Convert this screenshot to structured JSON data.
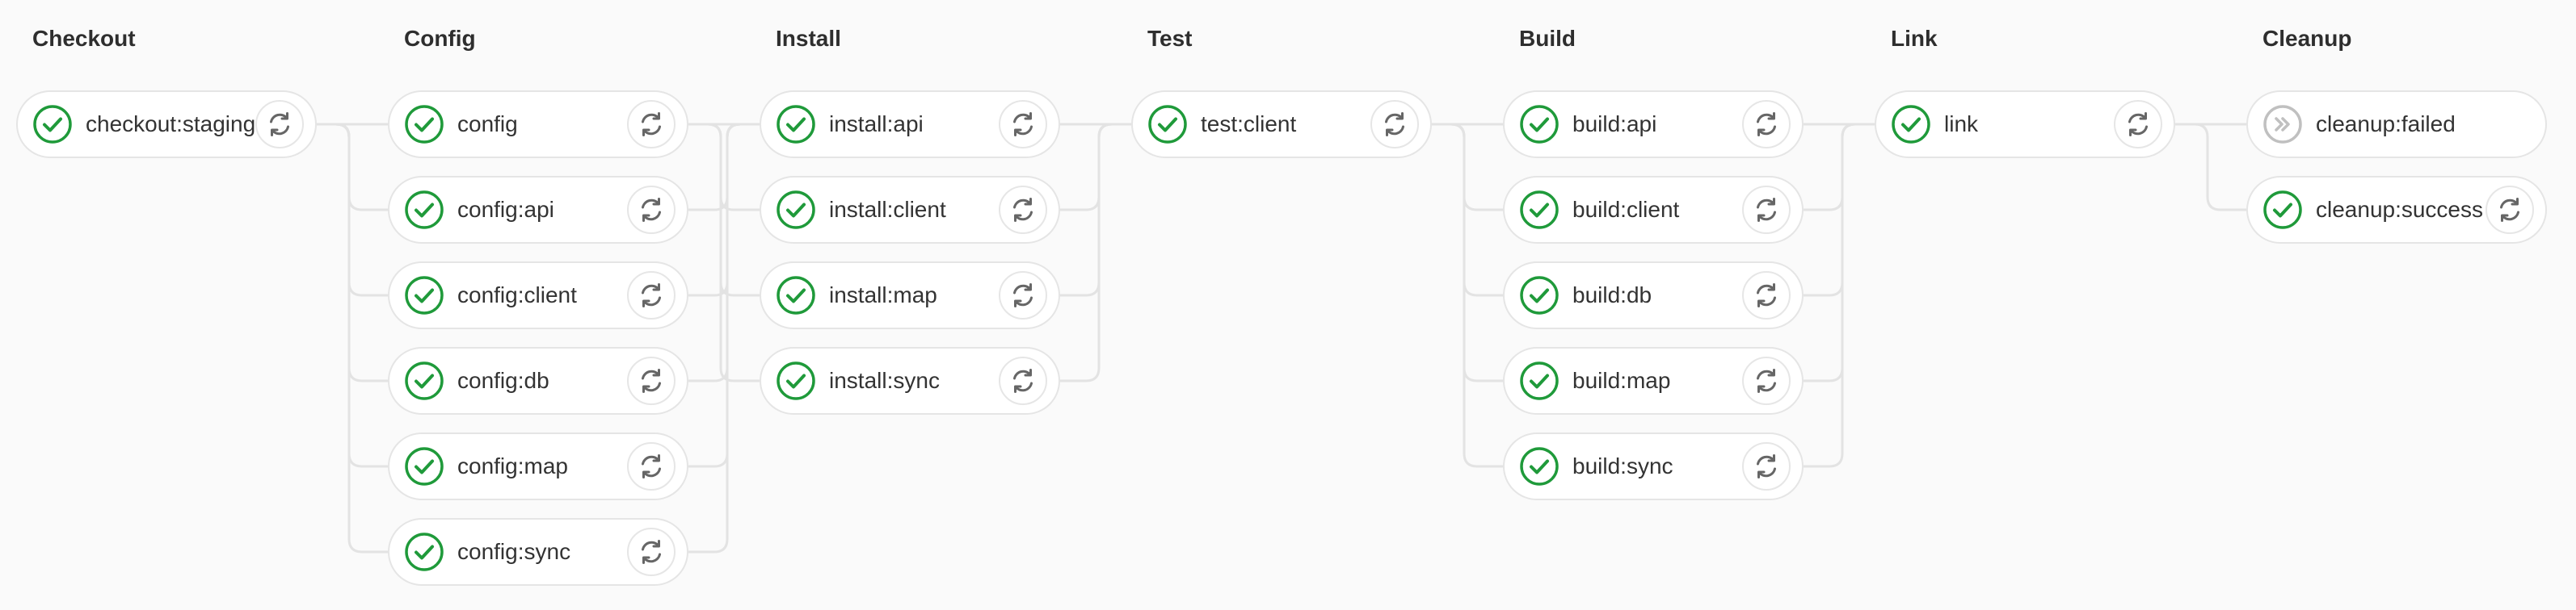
{
  "colors": {
    "success": "#1f9a3a",
    "skipped": "#c0c0c0",
    "connector": "#e3e3e3",
    "retry_icon": "#666666"
  },
  "icons": {
    "success": "check-circle-icon",
    "skipped": "skipped-chevrons-icon",
    "retry": "retry-icon"
  },
  "stages": [
    {
      "title": "Checkout",
      "jobs": [
        {
          "name": "checkout:staging",
          "status": "success",
          "action": "retry"
        }
      ]
    },
    {
      "title": "Config",
      "jobs": [
        {
          "name": "config",
          "status": "success",
          "action": "retry"
        },
        {
          "name": "config:api",
          "status": "success",
          "action": "retry"
        },
        {
          "name": "config:client",
          "status": "success",
          "action": "retry"
        },
        {
          "name": "config:db",
          "status": "success",
          "action": "retry"
        },
        {
          "name": "config:map",
          "status": "success",
          "action": "retry"
        },
        {
          "name": "config:sync",
          "status": "success",
          "action": "retry"
        }
      ]
    },
    {
      "title": "Install",
      "jobs": [
        {
          "name": "install:api",
          "status": "success",
          "action": "retry"
        },
        {
          "name": "install:client",
          "status": "success",
          "action": "retry"
        },
        {
          "name": "install:map",
          "status": "success",
          "action": "retry"
        },
        {
          "name": "install:sync",
          "status": "success",
          "action": "retry"
        }
      ]
    },
    {
      "title": "Test",
      "jobs": [
        {
          "name": "test:client",
          "status": "success",
          "action": "retry"
        }
      ]
    },
    {
      "title": "Build",
      "jobs": [
        {
          "name": "build:api",
          "status": "success",
          "action": "retry"
        },
        {
          "name": "build:client",
          "status": "success",
          "action": "retry"
        },
        {
          "name": "build:db",
          "status": "success",
          "action": "retry"
        },
        {
          "name": "build:map",
          "status": "success",
          "action": "retry"
        },
        {
          "name": "build:sync",
          "status": "success",
          "action": "retry"
        }
      ]
    },
    {
      "title": "Link",
      "jobs": [
        {
          "name": "link",
          "status": "success",
          "action": "retry"
        }
      ]
    },
    {
      "title": "Cleanup",
      "jobs": [
        {
          "name": "cleanup:failed",
          "status": "skipped",
          "action": ""
        },
        {
          "name": "cleanup:success",
          "status": "success",
          "action": "retry"
        }
      ]
    }
  ]
}
